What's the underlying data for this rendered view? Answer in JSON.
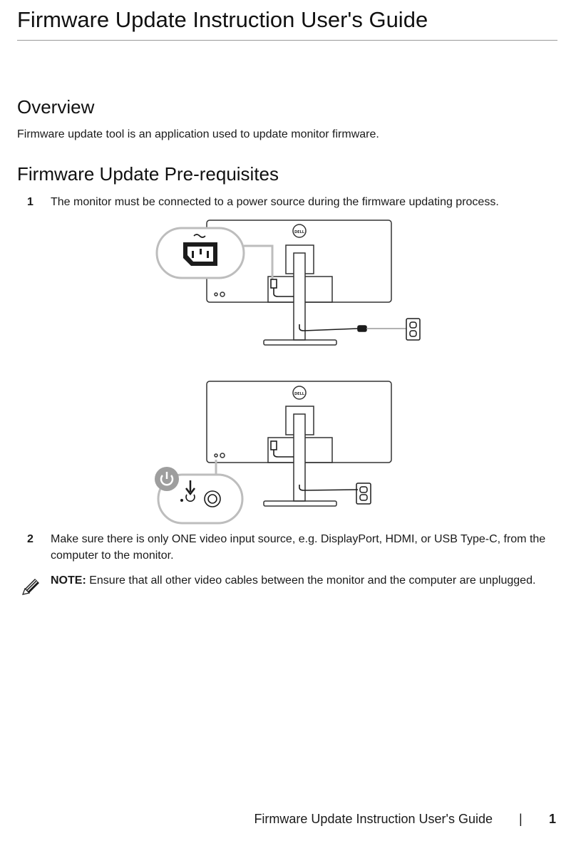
{
  "title": "Firmware Update Instruction User's Guide",
  "overview": {
    "heading": "Overview",
    "text": "Firmware update tool is an application used to update monitor firmware."
  },
  "prerequisites": {
    "heading": "Firmware Update Pre-requisites",
    "steps": [
      {
        "number": "1",
        "text": "The monitor must be connected to a power source during the firmware updating process."
      },
      {
        "number": "2",
        "text": "Make sure there is only ONE video input source, e.g. DisplayPort, HDMI, or USB Type-C, from the computer to the monitor."
      }
    ],
    "note": {
      "label": "NOTE:",
      "text": " Ensure that all other video cables between the monitor and the computer are unplugged."
    }
  },
  "figures": {
    "brand_logo": "DELL",
    "figure1_icons": [
      "power-connector-icon",
      "ac-tilde-icon",
      "power-cable-icon",
      "wall-outlet-icon"
    ],
    "figure2_icons": [
      "power-button-icon",
      "arrow-down-icon",
      "power-symbol-icon",
      "power-cable-icon",
      "wall-outlet-icon"
    ]
  },
  "footer": {
    "title": "Firmware Update Instruction User's Guide",
    "separator": "|",
    "page": "1"
  }
}
